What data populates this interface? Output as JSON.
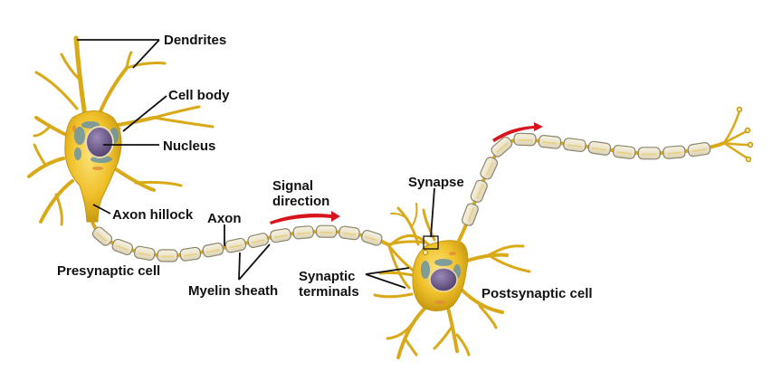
{
  "diagram": {
    "title": "Neuron signal transmission",
    "labels": {
      "dendrites": "Dendrites",
      "cell_body": "Cell body",
      "nucleus": "Nucleus",
      "axon_hillock": "Axon hillock",
      "axon": "Axon",
      "presynaptic_cell": "Presynaptic cell",
      "myelin_sheath": "Myelin sheath",
      "signal_direction": "Signal\ndirection",
      "synapse": "Synapse",
      "synaptic_terminals": "Synaptic\nterminals",
      "postsynaptic_cell": "Postsynaptic cell"
    },
    "colors": {
      "cell_fill": "#e8b820",
      "cell_edge": "#b58a0c",
      "nucleus_fill": "#6d5a8e",
      "organelle_blue": "#5f8fa0",
      "myelin_fill": "#ede6cf",
      "myelin_edge": "#8c8670",
      "arrow_red": "#d8141c",
      "leader_line": "#111111"
    }
  }
}
